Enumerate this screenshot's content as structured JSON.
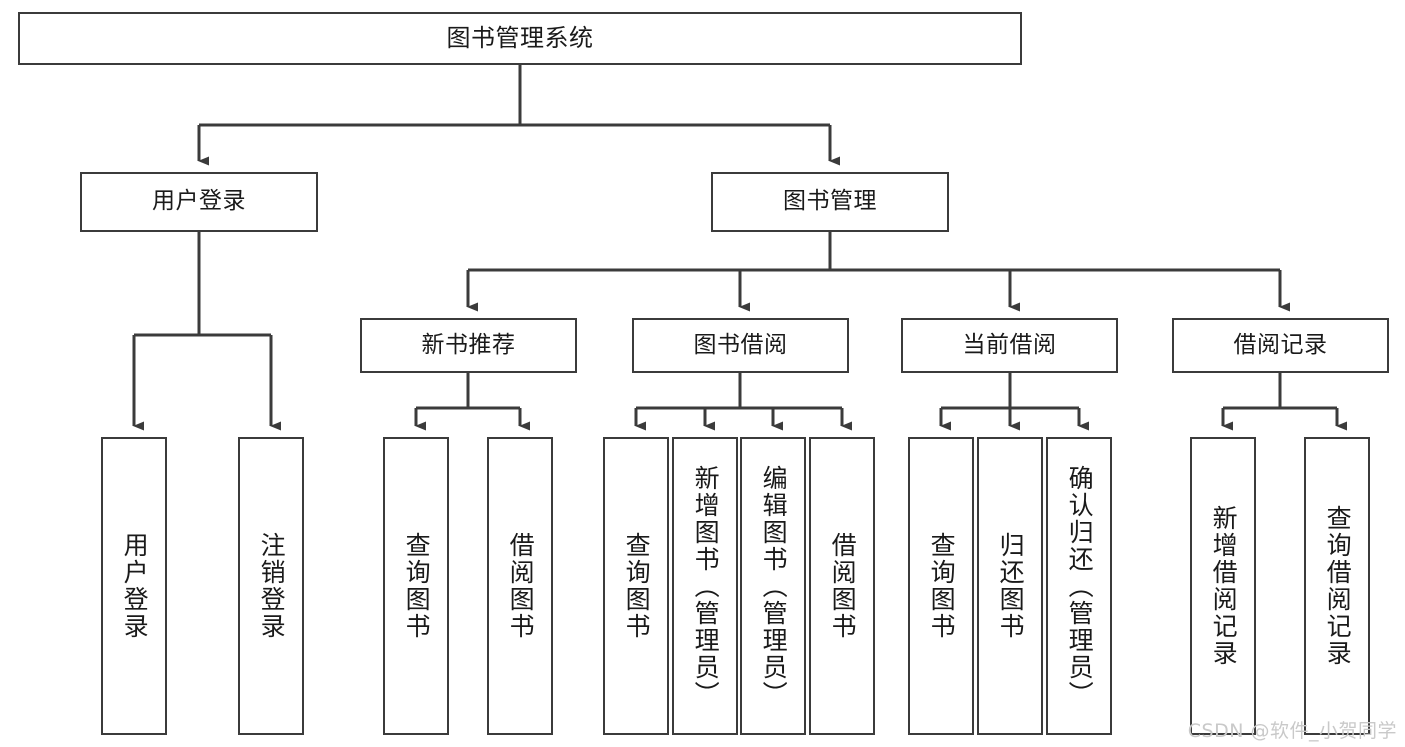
{
  "diagram": {
    "title": "图书管理系统",
    "type": "tree-hierarchy-chart",
    "root": {
      "label": "图书管理系统"
    },
    "level2": [
      {
        "label": "用户登录"
      },
      {
        "label": "图书管理"
      }
    ],
    "level3": [
      {
        "label": "新书推荐"
      },
      {
        "label": "图书借阅"
      },
      {
        "label": "当前借阅"
      },
      {
        "label": "借阅记录"
      }
    ],
    "leaves": {
      "user_login": [
        {
          "label": "用户登录"
        },
        {
          "label": "注销登录"
        }
      ],
      "new_book_recommend": [
        {
          "label": "查询图书"
        },
        {
          "label": "借阅图书"
        }
      ],
      "book_borrow": [
        {
          "label": "查询图书"
        },
        {
          "label": "新增图书（管理员）"
        },
        {
          "label": "编辑图书（管理员）"
        },
        {
          "label": "借阅图书"
        }
      ],
      "current_borrow": [
        {
          "label": "查询图书"
        },
        {
          "label": "归还图书"
        },
        {
          "label": "确认归还（管理员）"
        }
      ],
      "borrow_record": [
        {
          "label": "新增借阅记录"
        },
        {
          "label": "查询借阅记录"
        }
      ]
    }
  },
  "watermark": {
    "text": "CSDN @软件_小贺同学"
  },
  "colors": {
    "stroke": "#3b3b3b",
    "background": "#ffffff",
    "text": "#1a1a1a",
    "watermark": "#c9c9c9"
  }
}
